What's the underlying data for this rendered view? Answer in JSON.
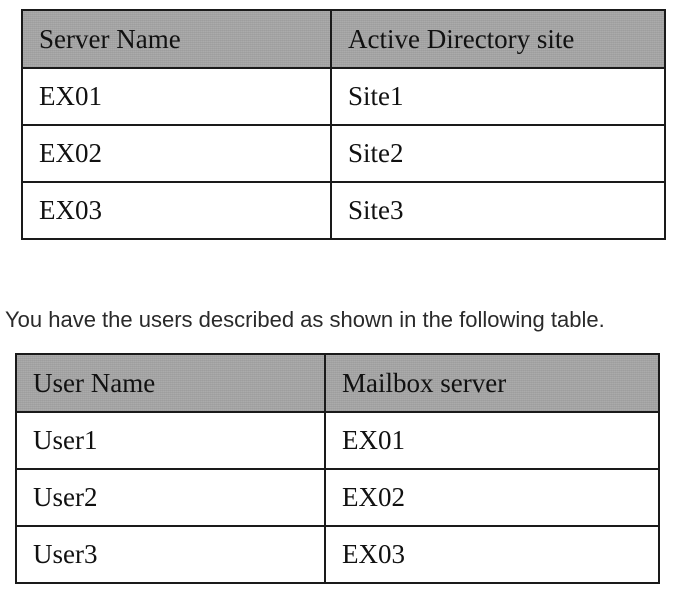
{
  "servers_table": {
    "headers": [
      "Server Name",
      "Active Directory site"
    ],
    "rows": [
      [
        "EX01",
        "Site1"
      ],
      [
        "EX02",
        "Site2"
      ],
      [
        "EX03",
        "Site3"
      ]
    ]
  },
  "intro_text": "You have the users described as shown in the following table.",
  "users_table": {
    "headers": [
      "User Name",
      "Mailbox server"
    ],
    "rows": [
      [
        "User1",
        "EX01"
      ],
      [
        "User2",
        "EX02"
      ],
      [
        "User3",
        "EX03"
      ]
    ]
  },
  "colors": {
    "header_bg": "#a6a6a6",
    "border": "#1a1a1a",
    "text": "#111111"
  }
}
